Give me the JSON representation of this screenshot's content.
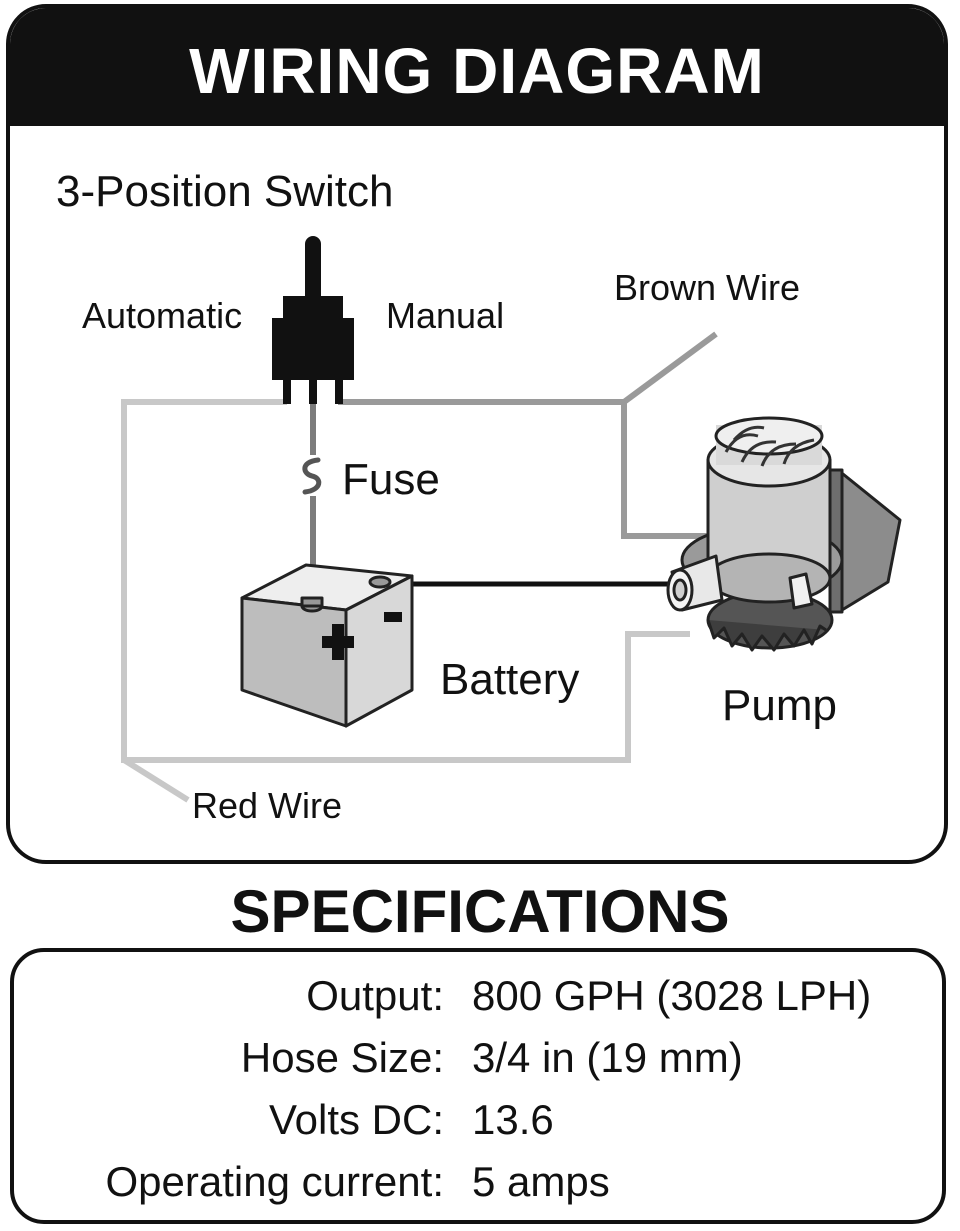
{
  "diagram": {
    "title": "WIRING DIAGRAM",
    "labels": {
      "switch": "3-Position Switch",
      "automatic": "Automatic",
      "manual": "Manual",
      "brown_wire": "Brown Wire",
      "fuse": "Fuse",
      "battery": "Battery",
      "pump": "Pump",
      "red_wire": "Red Wire"
    }
  },
  "specifications": {
    "heading": "SPECIFICATIONS",
    "rows": [
      {
        "label": "Output:",
        "value": "800 GPH (3028 LPH)"
      },
      {
        "label": "Hose Size:",
        "value": "3/4 in (19 mm)"
      },
      {
        "label": "Volts DC:",
        "value": "13.6"
      },
      {
        "label": "Operating current:",
        "value": "5 amps"
      }
    ]
  }
}
